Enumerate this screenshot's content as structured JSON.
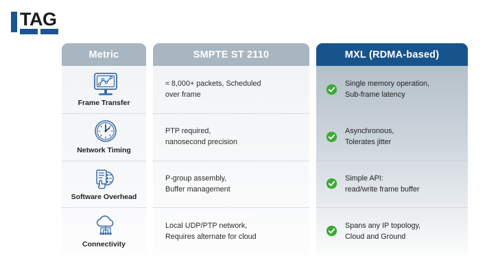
{
  "logo": {
    "wordmark": "TAG",
    "brand_color": "#1a5493"
  },
  "colors": {
    "header_gray": "#a8b6c1",
    "header_blue": "#18548c",
    "check_green": "#3daa35",
    "icon_blue": "#3f6da8"
  },
  "table": {
    "columns": [
      {
        "key": "metric",
        "header": "Metric",
        "style": "gray"
      },
      {
        "key": "smpte",
        "header": "SMPTE ST 2110",
        "style": "gray"
      },
      {
        "key": "mxl",
        "header": "MXL (RDMA-based)",
        "style": "blue"
      }
    ],
    "rows": [
      {
        "metric_label": "Frame Transfer",
        "metric_icon": "monitor-chart-icon",
        "smpte_lines": [
          "≈ 8,000+ packets, Scheduled",
          "over frame"
        ],
        "mxl_lines": [
          "Single memory operation,",
          "Sub-frame latency"
        ],
        "mxl_status_icon": "check-circle-icon"
      },
      {
        "metric_label": "Network Timing",
        "metric_icon": "clock-icon",
        "smpte_lines": [
          "PTP required,",
          "nanosecond precision"
        ],
        "mxl_lines": [
          "Asynchronous,",
          "Tolerates jitter"
        ],
        "mxl_status_icon": "check-circle-icon"
      },
      {
        "metric_label": "Software Overhead",
        "metric_icon": "software-hand-gear-icon",
        "smpte_lines": [
          "P-group assembly,",
          "Buffer management"
        ],
        "mxl_lines": [
          "Simple API:",
          "read/write frame buffer"
        ],
        "mxl_status_icon": "check-circle-icon"
      },
      {
        "metric_label": "Connectivity",
        "metric_icon": "cloud-network-icon",
        "smpte_lines": [
          "Local UDP/PTP network,",
          "Requires alternate for cloud"
        ],
        "mxl_lines": [
          "Spans any IP topology,",
          "Cloud and Ground"
        ],
        "mxl_status_icon": "check-circle-icon"
      }
    ]
  }
}
